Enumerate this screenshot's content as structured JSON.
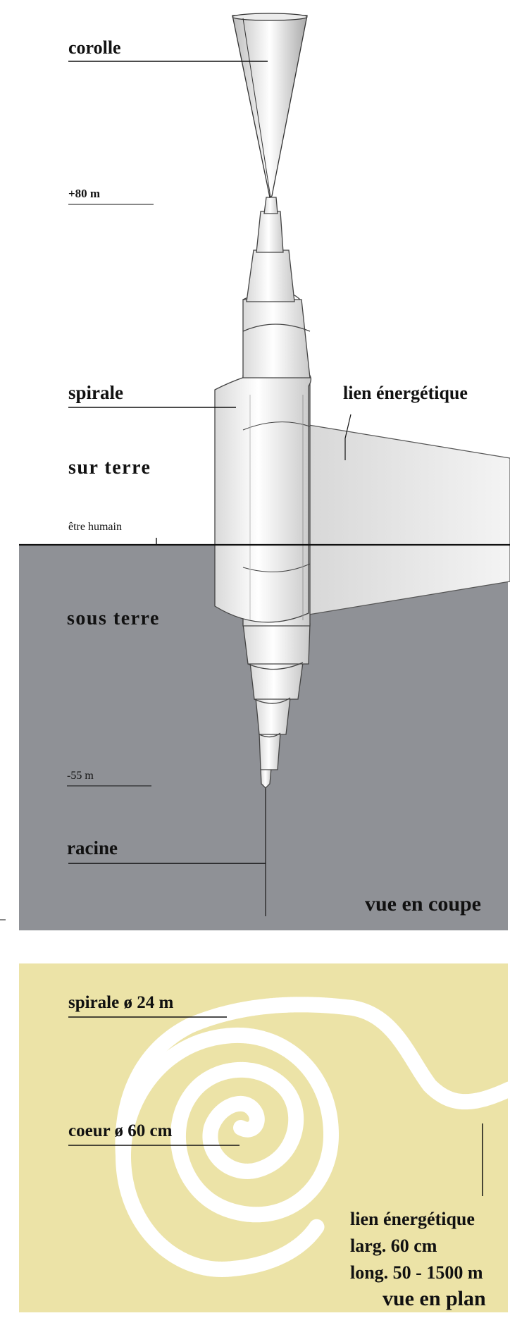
{
  "section_view": {
    "labels": {
      "corolle": "corolle",
      "plus80": "+80 m",
      "spirale": "spirale",
      "lien": "lien énergétique",
      "sur_terre": "sur terre",
      "etre_humain": "être humain",
      "sous_terre": "sous terre",
      "minus55": "-55 m",
      "racine": "racine",
      "view_title": "vue en coupe"
    },
    "colors": {
      "ground": "#8f9196",
      "sky": "#ffffff",
      "structure": "#f2f2f2",
      "line": "#1a1a1a"
    }
  },
  "plan_view": {
    "labels": {
      "spirale_diameter": "spirale ø 24 m",
      "coeur_diameter": "coeur ø 60 cm",
      "lien": "lien énergétique",
      "largeur": "larg. 60 cm",
      "longueur": "long. 50 - 1500 m",
      "view_title": "vue en plan"
    },
    "colors": {
      "background": "#ece3a7",
      "spiral": "#ffffff"
    }
  }
}
